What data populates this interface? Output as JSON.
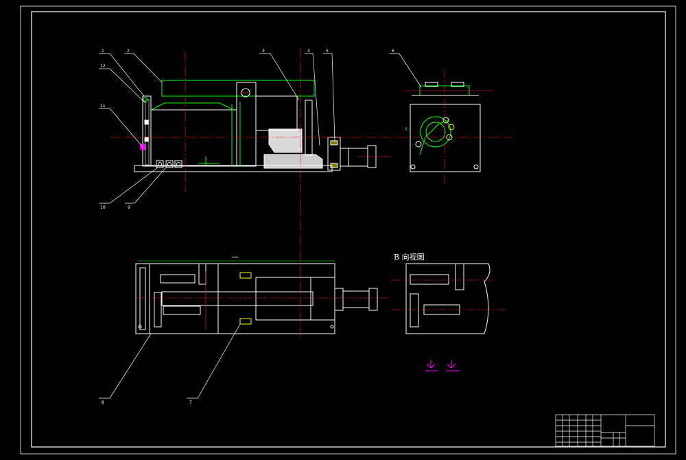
{
  "colors": {
    "background": "#000000",
    "outline": "#ffffff",
    "centerline": "#ff2020",
    "hidden": "#00e000",
    "highlight": "#ff00ff",
    "accent": "#ffff00"
  },
  "callouts": [
    {
      "id": "1",
      "label": "1"
    },
    {
      "id": "2",
      "label": "2"
    },
    {
      "id": "3",
      "label": "3"
    },
    {
      "id": "4",
      "label": "4"
    },
    {
      "id": "5",
      "label": "5"
    },
    {
      "id": "6",
      "label": "6"
    },
    {
      "id": "7",
      "label": "7"
    },
    {
      "id": "8",
      "label": "8"
    },
    {
      "id": "9",
      "label": "9"
    },
    {
      "id": "10",
      "label": "10"
    },
    {
      "id": "11",
      "label": "11"
    },
    {
      "id": "12",
      "label": "12"
    }
  ],
  "views": {
    "b_view_label": "B 向视图",
    "dimension_text": "1000"
  }
}
